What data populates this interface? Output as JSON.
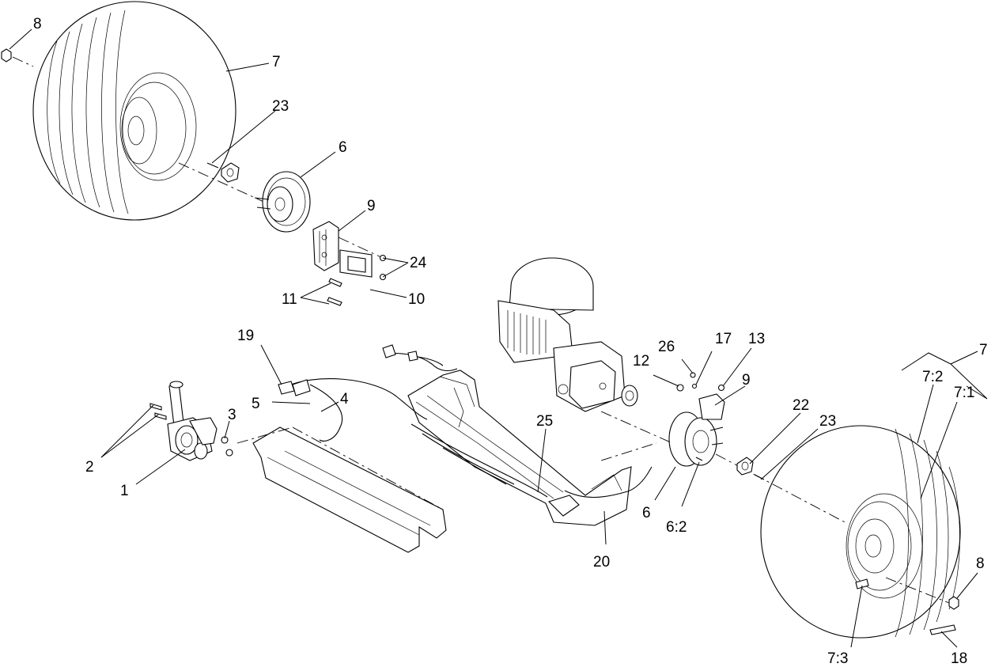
{
  "labels": {
    "c1": "1",
    "c2": "2",
    "c3": "3",
    "c4": "4",
    "c5": "5",
    "c6a": "6",
    "c6b": "6",
    "c6_2": "6:2",
    "c7a": "7",
    "c7b": "7",
    "c7_1": "7:1",
    "c7_2": "7:2",
    "c7_3": "7:3",
    "c8a": "8",
    "c8b": "8",
    "c9a": "9",
    "c9b": "9",
    "c10": "10",
    "c11": "11",
    "c12": "12",
    "c13": "13",
    "c17": "17",
    "c18": "18",
    "c19": "19",
    "c20": "20",
    "c22": "22",
    "c23a": "23",
    "c23b": "23",
    "c24": "24",
    "c25": "25",
    "c26": "26"
  }
}
